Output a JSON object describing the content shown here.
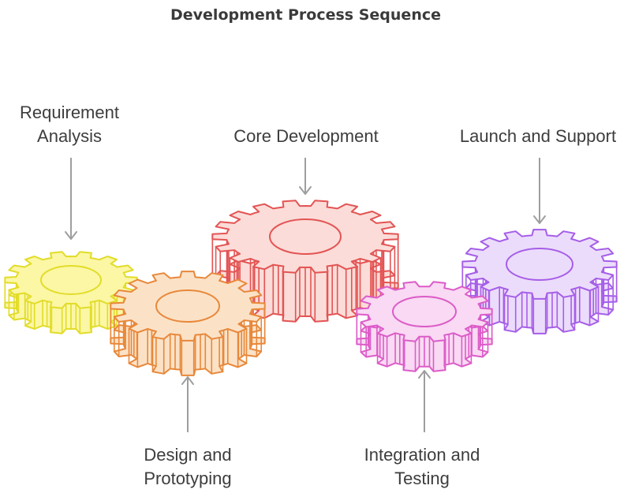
{
  "title": "Development Process Sequence",
  "steps": [
    {
      "line1": "Requirement",
      "line2": "Analysis",
      "color": "#e2dc2a",
      "fill": "#fbf7a4"
    },
    {
      "line1": "Design and",
      "line2": "Prototyping",
      "color": "#e8883a",
      "fill": "#fbe2c7"
    },
    {
      "line1": "Core Development",
      "line2": "",
      "color": "#e35454",
      "fill": "#fbdcd8"
    },
    {
      "line1": "Integration and",
      "line2": "Testing",
      "color": "#dc5cc8",
      "fill": "#f9d9f3"
    },
    {
      "line1": "Launch and Support",
      "line2": "",
      "color": "#a65ee8",
      "fill": "#ecdcfb"
    }
  ],
  "arrow_color": "#9e9e9e"
}
